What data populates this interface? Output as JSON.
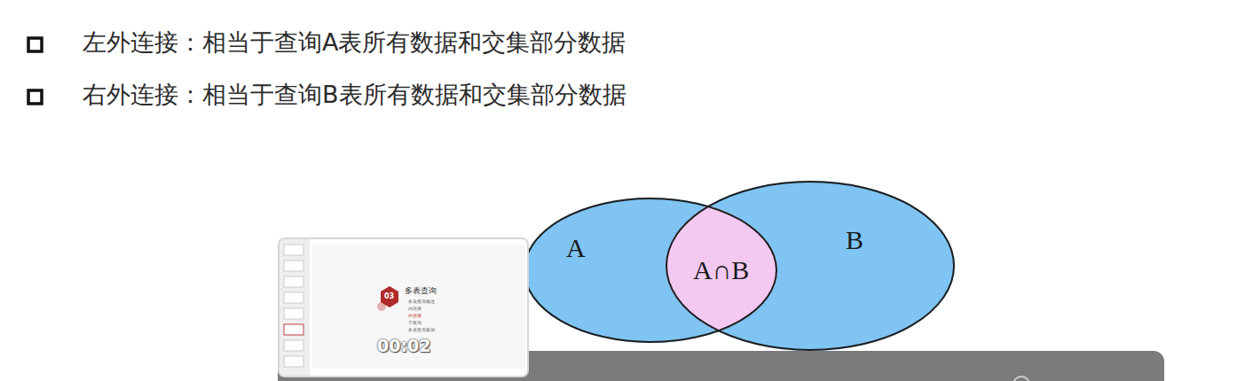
{
  "diagram": {
    "nodes": [
      {
        "text": [
          "A"
        ]
      },
      {
        "text": [
          "B"
        ]
      },
      {
        "text": [
          "A∩B"
        ]
      }
    ],
    "labels": [
      "左外连接：相当于查询A表所有数据和交集部分数据",
      "右外连接：相当于查询B表所有数据和交集部分数据",
      "03",
      "多表查询",
      "多表查询概述",
      "内连接",
      "外连接",
      "子查询",
      "多表查询案例",
      "00:02"
    ]
  }
}
